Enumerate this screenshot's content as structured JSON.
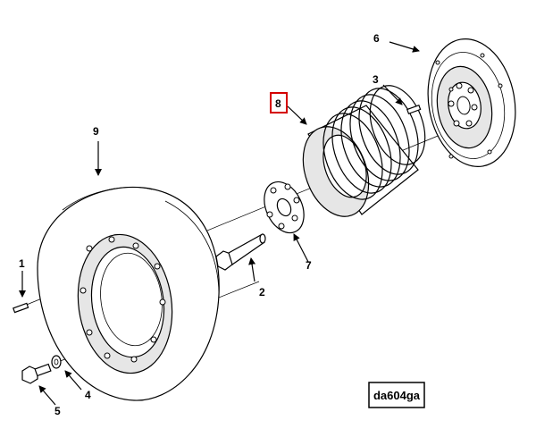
{
  "callouts": {
    "c1": "1",
    "c2": "2",
    "c3": "3",
    "c4": "4",
    "c5": "5",
    "c6": "6",
    "c7": "7",
    "c8": "8",
    "c9": "9"
  },
  "reference_code": "da604ga",
  "highlight_color": "#d40000"
}
